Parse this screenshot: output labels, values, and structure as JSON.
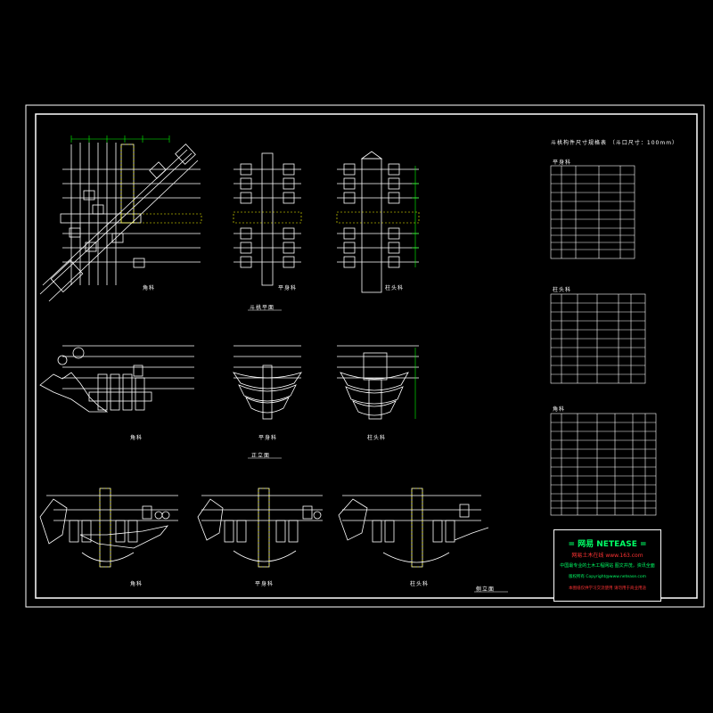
{
  "sheet": {
    "title": "斗栱构件尺寸规格表 （斗口尺寸：100mm）",
    "plan_view_label": "斗栱平面",
    "elevation_label": "正立面",
    "side_label": "侧立面",
    "view_labels": {
      "corner": "角科",
      "flat": "平身科",
      "column": "柱头科"
    }
  },
  "tables": {
    "t1_title": "平身科",
    "t2_title": "柱头科",
    "t3_title": "角科"
  },
  "watermark": {
    "line1": "= 网易  NETEASE =",
    "line2": "网易土木在线    www.163.com",
    "line3": "中国最专业的土木工程网站   图文并茂，资讯全面",
    "line4": "版权所有 Copyright@www.netease.com",
    "line5": "本图纸仅供学习交流使用 请勿用于商业用途"
  },
  "colors": {
    "line": "#ffffff",
    "hatch": "#ffff00",
    "dim": "#00ff00",
    "frame": "#ffffff"
  }
}
